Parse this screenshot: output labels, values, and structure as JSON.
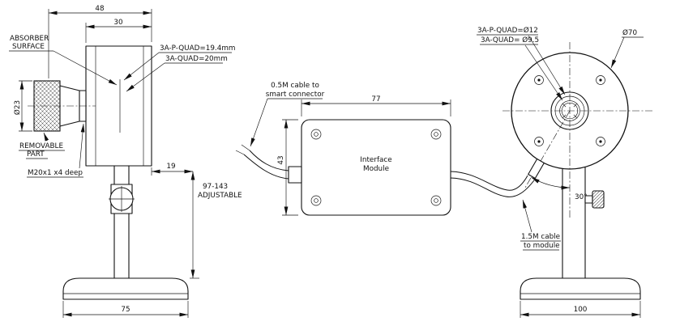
{
  "side": {
    "dim48": "48",
    "dim30": "30",
    "absorber1": "ABSORBER",
    "absorber2": "SURFACE",
    "pquad": "3A-P-QUAD=19.4mm",
    "quad": "3A-QUAD=20mm",
    "dia23": "Ø23",
    "removable1": "REMOVABLE",
    "removable2": "PART",
    "thread": "M20x1 x4 deep",
    "dim19": "19",
    "adjust1": "97-143",
    "adjust2": "ADJUSTABLE",
    "dim75": "75"
  },
  "module": {
    "cable1": "0.5M cable to",
    "cable2": "smart connector",
    "dim77": "77",
    "dim43": "43",
    "name1": "Interface",
    "name2": "Module"
  },
  "front": {
    "pquad": "3A-P-QUAD=Ø12",
    "quad": "3A-QUAD= Ø9.5",
    "dia70": "Ø70",
    "angle": "30°",
    "cable1": "1.5M cable",
    "cable2": "to module",
    "dim100": "100"
  }
}
